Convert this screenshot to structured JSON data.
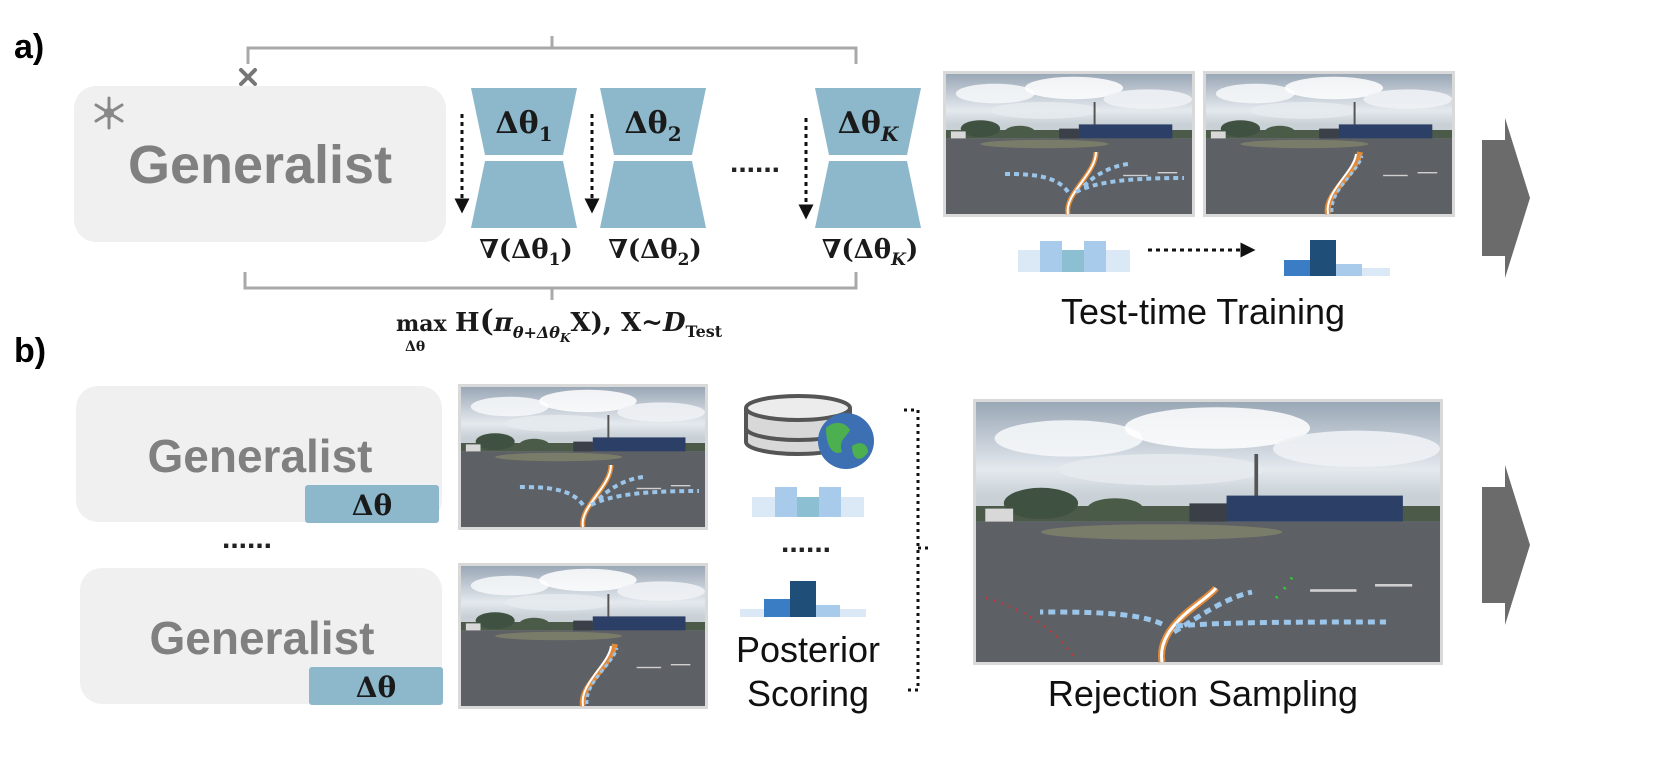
{
  "panel_a": {
    "label": "a)",
    "generalist": "Generalist",
    "adapters": [
      {
        "name": "Δθ",
        "sub": "1",
        "grad": "∇(Δθ",
        "grad_sub": "1"
      },
      {
        "name": "Δθ",
        "sub": "2",
        "grad": "∇(Δθ",
        "grad_sub": "2"
      },
      {
        "name": "Δθ",
        "sub": "K",
        "grad": "∇(Δθ",
        "grad_sub": "K"
      }
    ],
    "ellipsis": "......",
    "objective": {
      "max": "max",
      "max_sub": "Δθ",
      "h": "H",
      "pi": "π",
      "pi_sub": "θ+Δθ",
      "pi_sub_k": "K",
      "rest": "X), X~",
      "dist": "D",
      "dist_sub": "Test"
    },
    "caption": "Test-time Training"
  },
  "panel_b": {
    "label": "b)",
    "generalist_1": "Generalist",
    "generalist_2": "Generalist",
    "delta": "Δθ",
    "ellipsis_left": "......",
    "ellipsis_mid": "......",
    "scoring_line1": "Posterior",
    "scoring_line2": "Scoring",
    "caption": "Rejection Sampling"
  },
  "icons": [
    "snowflake-icon",
    "cross-icon",
    "database-icon",
    "globe-icon",
    "arrow-right-icon"
  ],
  "colors": {
    "adapter": "#8db8cc",
    "box": "#f0f0f0",
    "text_gray": "#808080",
    "traj_orange": "#e08a3a",
    "traj_blue": "#9cc5ea",
    "hist_dark": "#1f4e79",
    "hist_mid": "#3b7dc4",
    "hist_light": "#a9cbeb",
    "hist_pale": "#dbe9f6",
    "hist_teal": "#8dbfd3"
  }
}
